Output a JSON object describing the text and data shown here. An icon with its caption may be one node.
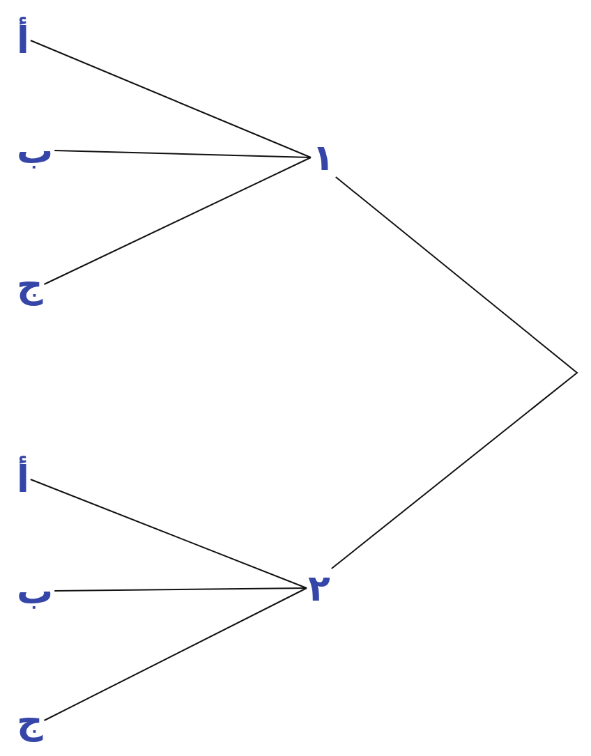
{
  "diagram": {
    "nodes": [
      {
        "text": [
          "١"
        ]
      },
      {
        "text": [
          "أ"
        ]
      },
      {
        "text": [
          "ب"
        ]
      },
      {
        "text": [
          "ج"
        ]
      },
      {
        "text": [
          "٢"
        ]
      },
      {
        "text": [
          "أ"
        ]
      },
      {
        "text": [
          "ب"
        ]
      },
      {
        "text": [
          "ج"
        ]
      }
    ],
    "edges": [
      {
        "from": 1,
        "to": 0,
        "arrow": "none"
      },
      {
        "from": 2,
        "to": 0,
        "arrow": "none"
      },
      {
        "from": 3,
        "to": 0,
        "arrow": "none"
      },
      {
        "from": 5,
        "to": 4,
        "arrow": "none"
      },
      {
        "from": 6,
        "to": 4,
        "arrow": "none"
      },
      {
        "from": 7,
        "to": 4,
        "arrow": "none"
      },
      {
        "from": 0,
        "to": 4,
        "arrow": "none"
      }
    ]
  }
}
